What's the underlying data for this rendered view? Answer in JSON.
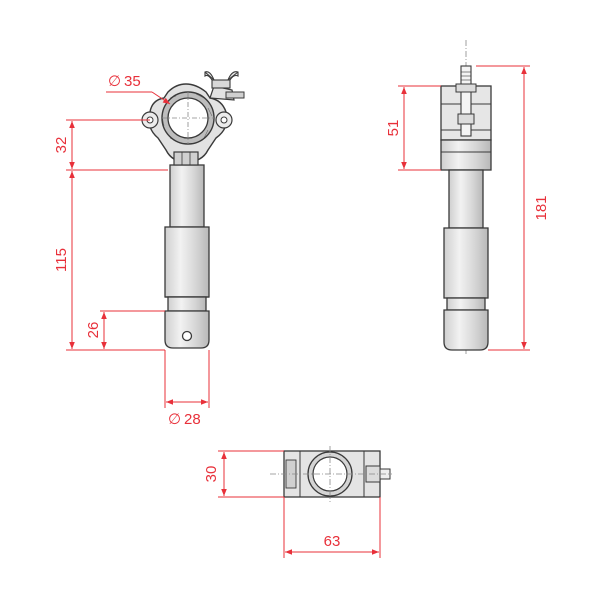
{
  "colors": {
    "dimension": "#e8303a",
    "outline": "#3a3a3a",
    "part_fill": "#e2e2e2",
    "part_shade": "#bdbdbd",
    "centerline": "#888888"
  },
  "views": {
    "front": {
      "dim_pipe_diameter": "35",
      "dim_clamp_height": "32",
      "dim_spigot_length": "115",
      "dim_spigot_tip": "26",
      "dim_spigot_diameter": "28"
    },
    "side": {
      "dim_clamp_height": "51",
      "dim_total_height": "181"
    },
    "top": {
      "dim_depth": "30",
      "dim_width": "63"
    }
  },
  "symbols": {
    "diameter": "∅"
  }
}
